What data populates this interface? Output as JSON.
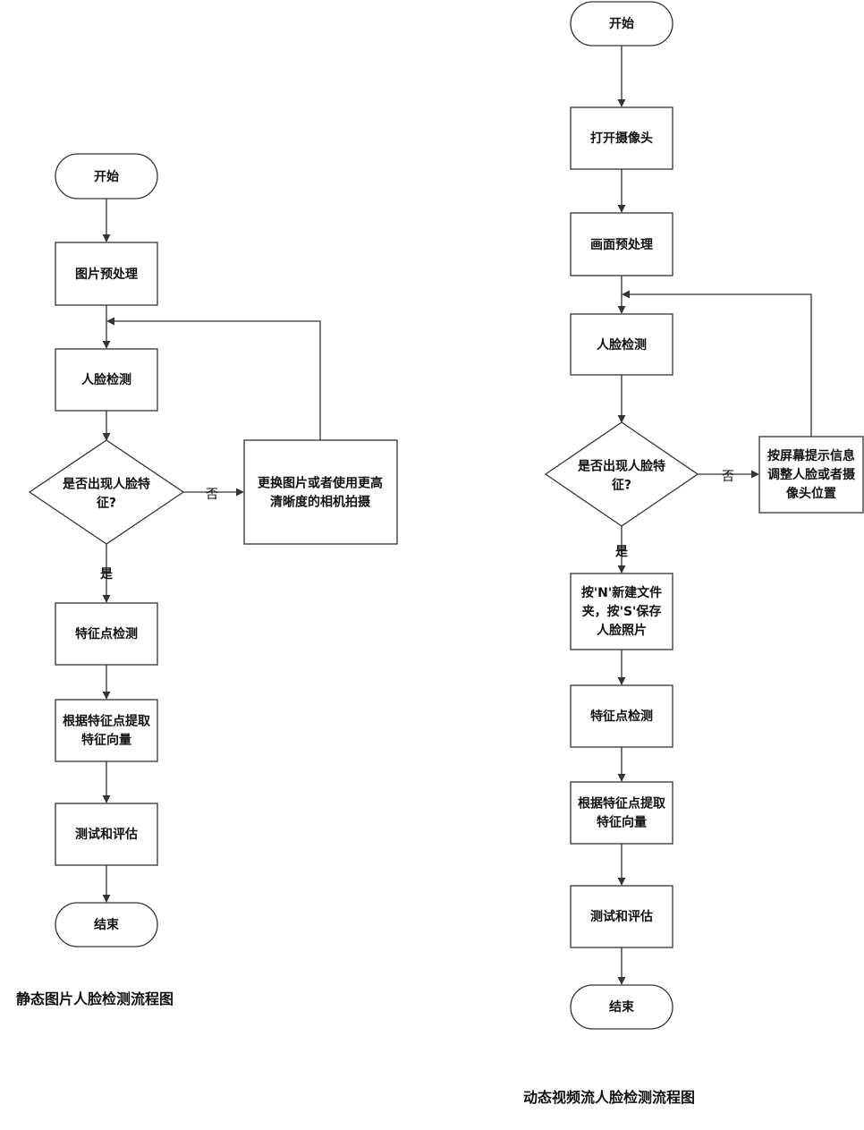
{
  "left": {
    "caption": "静态图片人脸检测流程图",
    "start": "开始",
    "preprocess": [
      "图片预处理"
    ],
    "detect": [
      "人脸检测"
    ],
    "decision": [
      "是否出现人脸特",
      "征?"
    ],
    "retry": [
      "更换图片或者使用更高",
      "清晰度的相机拍摄"
    ],
    "no_label": "否",
    "yes_label": "是",
    "landmark": [
      "特征点检测"
    ],
    "extract": [
      "根据特征点提取",
      "特征向量"
    ],
    "evaluate": [
      "测试和评估"
    ],
    "end": "结束"
  },
  "right": {
    "caption": "动态视频流人脸检测流程图",
    "start": "开始",
    "open_camera": [
      "打开摄像头"
    ],
    "preprocess": [
      "画面预处理"
    ],
    "detect": [
      "人脸检测"
    ],
    "decision": [
      "是否出现人脸特",
      "征?"
    ],
    "adjust": [
      "按屏幕提示信息",
      "调整人脸或者摄",
      "像头位置"
    ],
    "no_label": "否",
    "yes_label": "是",
    "save": [
      "按'N'新建文件",
      "夹，按'S'保存",
      "人脸照片"
    ],
    "landmark": [
      "特征点检测"
    ],
    "extract": [
      "根据特征点提取",
      "特征向量"
    ],
    "evaluate": [
      "测试和评估"
    ],
    "end": "结束"
  }
}
